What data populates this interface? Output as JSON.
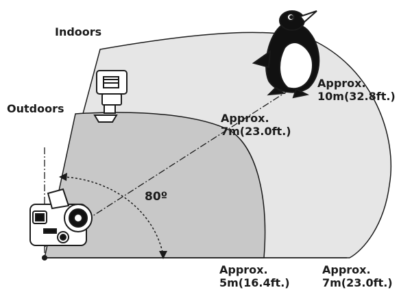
{
  "labels": {
    "indoors": "Indoors",
    "outdoors": "Outdoors",
    "approx_7m_diag_line1": "Approx.",
    "approx_7m_diag_line2": "7m(23.0ft.)",
    "approx_10m_line1": "Approx.",
    "approx_10m_line2": "10m(32.8ft.)",
    "angle": "80º",
    "approx_5m_bottom_line1": "Approx.",
    "approx_5m_bottom_line2": "5m(16.4ft.)",
    "approx_7m_bottom_line1": "Approx.",
    "approx_7m_bottom_line2": "7m(23.0ft.)"
  },
  "colors": {
    "indoor_fill": "#e6e6e6",
    "outdoor_fill": "#c8c8c8",
    "outline": "#1a1a1a"
  },
  "icons": {
    "penguin": "penguin-icon",
    "flash": "flash-unit-icon",
    "camera": "camera-icon"
  }
}
